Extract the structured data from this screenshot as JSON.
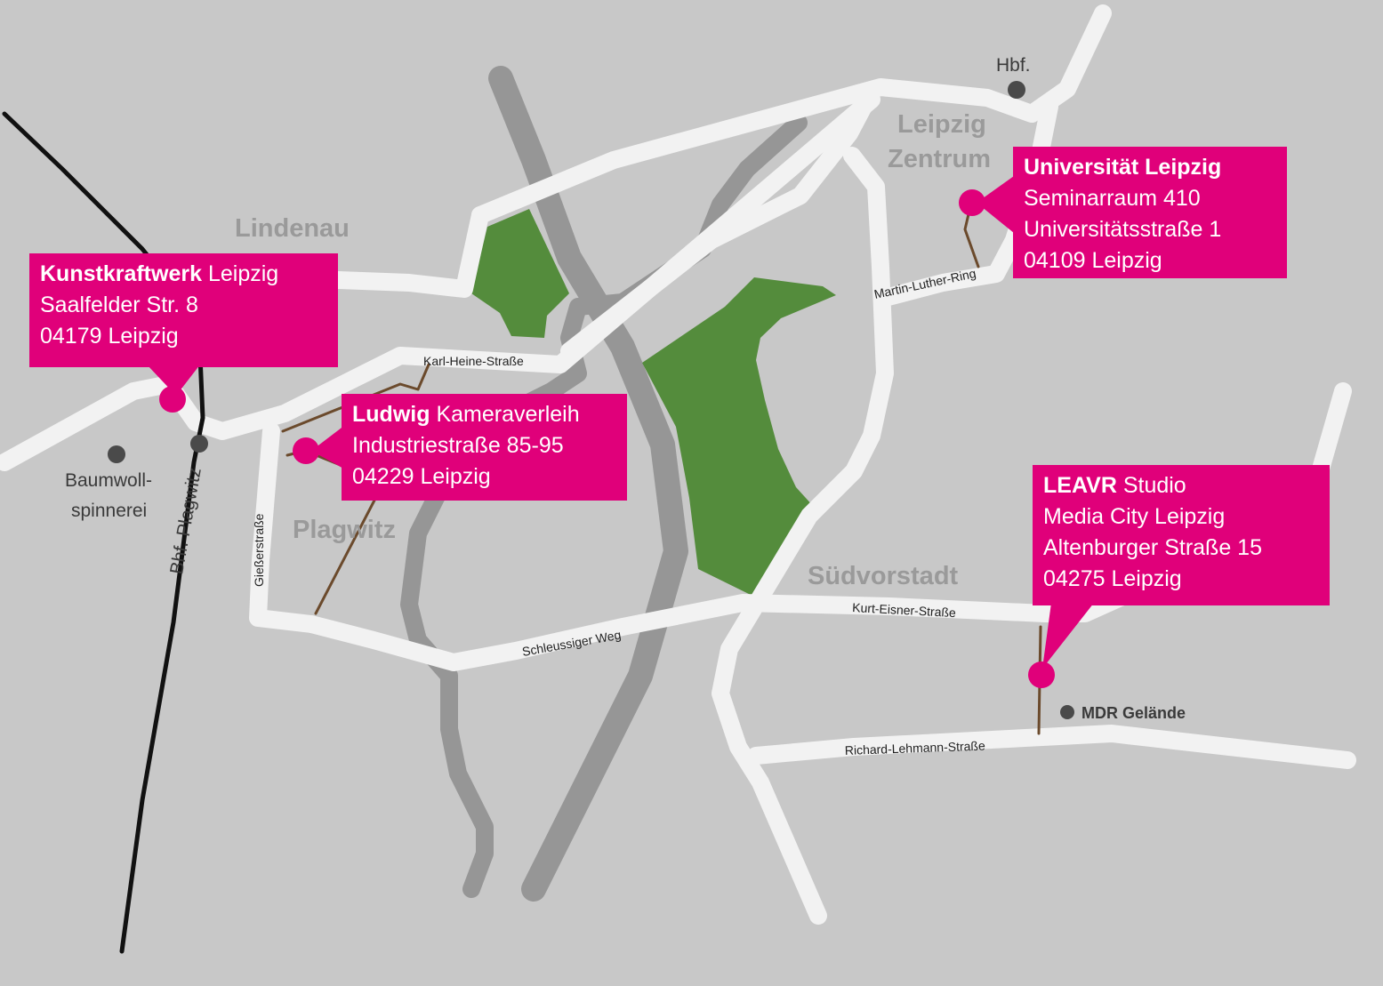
{
  "colors": {
    "background": "#c8c8c8",
    "road": "#f2f2f2",
    "river": "#969696",
    "park": "#548c3c",
    "rail": "#111111",
    "path": "#6b4a2c",
    "accent": "#e0007a",
    "district_text": "#9a9a9a",
    "poi_dot": "#4a4a4a"
  },
  "districts": {
    "lindenau": "Lindenau",
    "plagwitz": "Plagwitz",
    "zentrum_line1": "Leipzig",
    "zentrum_line2": "Zentrum",
    "suedvorstadt": "Südvorstadt"
  },
  "pois": {
    "hbf": "Hbf.",
    "baumwoll_line1": "Baumwoll-",
    "baumwoll_line2": "spinnerei",
    "bhf_plagwitz": "Bhf. Plagwitz",
    "mdr": "MDR Gelände"
  },
  "streets": {
    "karl_heine": "Karl-Heine-Straße",
    "giesser": "Gießerstraße",
    "schleussiger": "Schleussiger Weg",
    "kurt_eisner": "Kurt-Eisner-Straße",
    "richard_lehmann": "Richard-Lehmann-Straße",
    "martin_luther": "Martin-Luther-Ring"
  },
  "locations": {
    "kunstkraftwerk": {
      "name": "Kunstkraftwerk",
      "name_suffix": "Leipzig",
      "line2": "Saalfelder Str. 8",
      "line3": "04179 Leipzig"
    },
    "ludwig": {
      "name": "Ludwig",
      "name_suffix": "Kameraverleih",
      "line2": "Industriestraße 85-95",
      "line3": "04229 Leipzig"
    },
    "universitaet": {
      "name": "Universität Leipzig",
      "line2": "Seminarraum 410",
      "line3": "Universitätsstraße 1",
      "line4": "04109 Leipzig"
    },
    "leavr": {
      "name": "LEAVR",
      "name_suffix": "Studio",
      "line2": "Media City Leipzig",
      "line3": "Altenburger Straße 15",
      "line4": "04275 Leipzig"
    }
  }
}
